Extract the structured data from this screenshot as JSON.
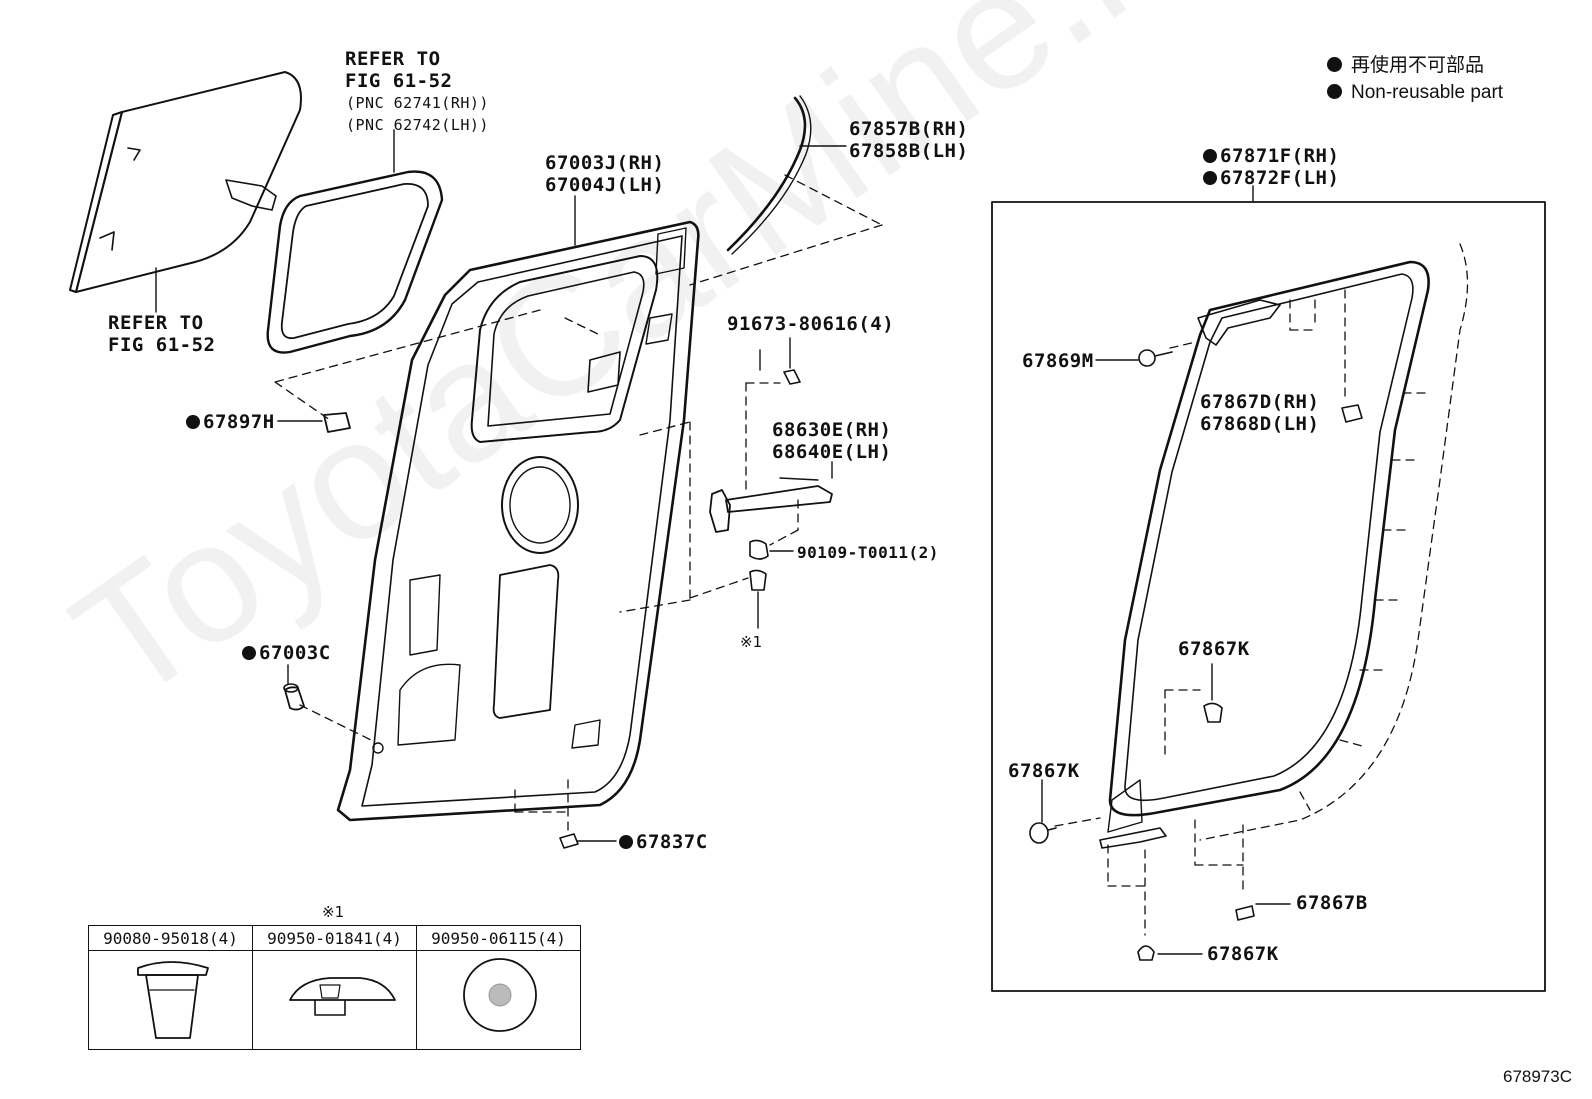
{
  "legend": {
    "line1": "再使用不可部品",
    "line2": "Non-reusable part"
  },
  "labels": {
    "refer_top_1": "REFER TO",
    "refer_top_2": "FIG 61-52",
    "refer_top_3": "(PNC 62741(RH))",
    "refer_top_4": "(PNC 62742(LH))",
    "refer_left_1": "REFER TO",
    "refer_left_2": "FIG 61-52",
    "p67003J": "67003J(RH)",
    "p67004J": "67004J(LH)",
    "p67857B": "67857B(RH)",
    "p67858B": "67858B(LH)",
    "p67871F": "67871F(RH)",
    "p67872F": "67872F(LH)",
    "p67869M": "67869M",
    "p67867D": "67867D(RH)",
    "p67868D": "67868D(LH)",
    "p91673": "91673-80616(4)",
    "p68630E": "68630E(RH)",
    "p68640E": "68640E(LH)",
    "p90109": "90109-T0011(2)",
    "p67897H": "67897H",
    "p67003C": "67003C",
    "p67837C": "67837C",
    "p67867K_a": "67867K",
    "p67867K_b": "67867K",
    "p67867K_c": "67867K",
    "p67867B": "67867B",
    "note_mark": "※1",
    "note_mark_table": "※1"
  },
  "parts_table": {
    "headers": [
      "90080-95018(4)",
      "90950-01841(4)",
      "90950-06115(4)"
    ]
  },
  "watermark": "ToyotaCarMine.ru",
  "figure_code": "678973C"
}
